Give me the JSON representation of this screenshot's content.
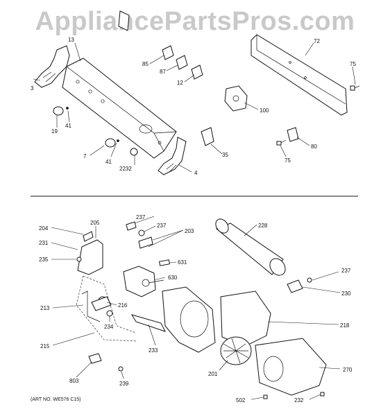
{
  "watermark": "AppliancePartsPros.com",
  "art_number": "(ART NO. WE576 C15)",
  "top_section": {
    "callouts": [
      "13",
      "3",
      "85",
      "87",
      "12",
      "72",
      "75",
      "100",
      "19",
      "41",
      "7",
      "41",
      "2232",
      "35",
      "4",
      "80",
      "75"
    ]
  },
  "bottom_section": {
    "callouts": [
      "237",
      "237",
      "203",
      "228",
      "204",
      "205",
      "231",
      "235",
      "631",
      "630",
      "237",
      "230",
      "213",
      "216",
      "234",
      "218",
      "215",
      "233",
      "270",
      "803",
      "239",
      "201",
      "502",
      "232"
    ]
  }
}
